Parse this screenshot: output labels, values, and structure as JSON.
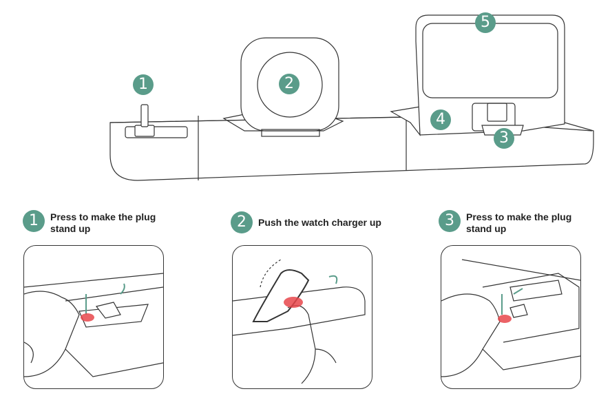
{
  "product_callouts": [
    "1",
    "2",
    "3",
    "4",
    "5"
  ],
  "steps": [
    {
      "number": "1",
      "text": "Press to make the plug\nstand up"
    },
    {
      "number": "2",
      "text": "Push the watch charger up"
    },
    {
      "number": "3",
      "text": "Press to make the plug\nstand up"
    }
  ],
  "colors": {
    "accent": "#5a9c8a",
    "press_highlight": "#e8464b",
    "line": "#333333"
  }
}
